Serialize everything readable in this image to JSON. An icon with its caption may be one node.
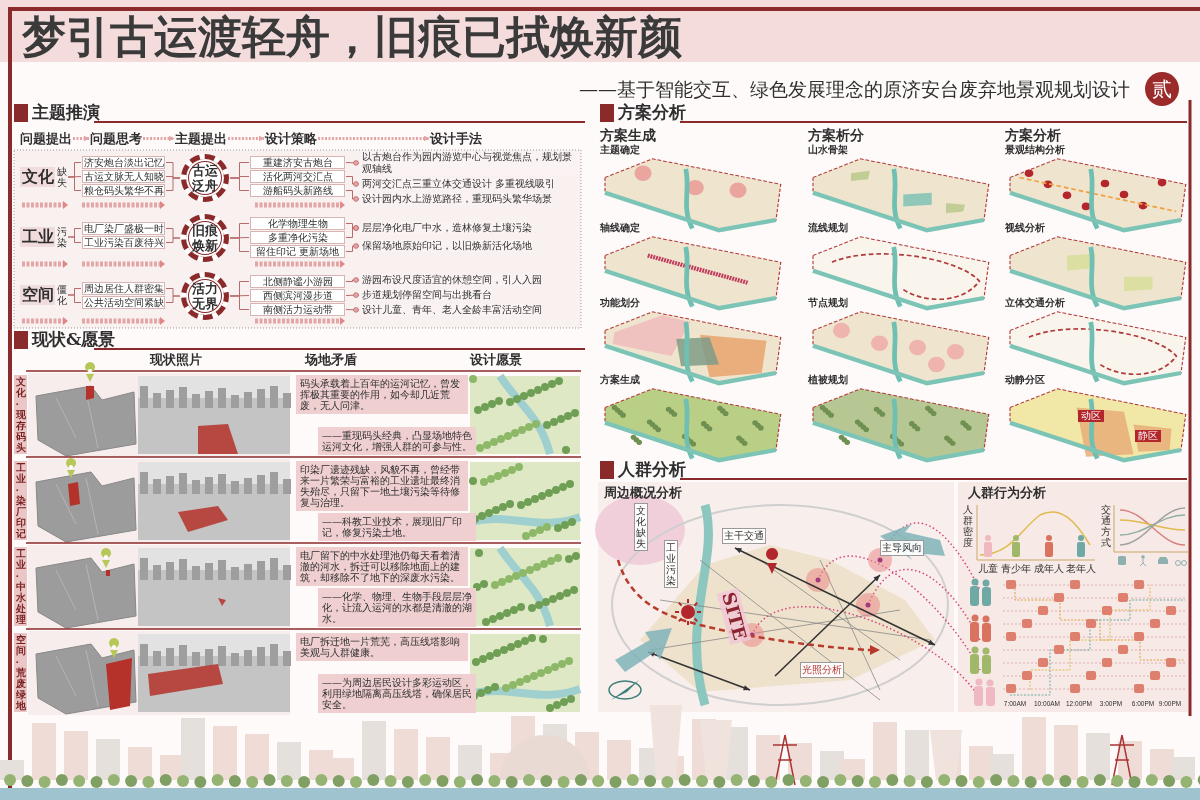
{
  "diagram": {
    "title": "梦引古运渡轻舟，旧痕已拭焕新颜",
    "nodes": [
      {
        "text": [
          "问题提出"
        ]
      },
      {
        "text": [
          "问题思考"
        ]
      },
      {
        "text": [
          "主题提出"
        ]
      },
      {
        "text": [
          "设计策略"
        ]
      },
      {
        "text": [
          "设计手法"
        ]
      },
      {
        "text": [
          "文化"
        ],
        "beside": [
          "缺失"
        ]
      },
      {
        "text": [
          "济安炮台淡出记忆"
        ]
      },
      {
        "text": [
          "古运文脉无人知晓"
        ]
      },
      {
        "text": [
          "粮仓码头繁华不再"
        ]
      },
      {
        "text": [
          "古运泛舟"
        ]
      },
      {
        "text": [
          "重建济安古炮台"
        ]
      },
      {
        "text": [
          "活化两河交汇点"
        ]
      },
      {
        "text": [
          "游船码头新路线"
        ]
      },
      {
        "text": [
          "以古炮台作为园内游览中心与视觉焦点，规划景观轴线"
        ]
      },
      {
        "text": [
          "两河交汇点三重立体交通设计 多重视线吸引"
        ]
      },
      {
        "text": [
          "设计园内水上游览路径，重现码头繁华场景"
        ]
      },
      {
        "text": [
          "工业"
        ],
        "beside": [
          "污染"
        ]
      },
      {
        "text": [
          "电厂染厂盛极一时"
        ]
      },
      {
        "text": [
          "工业污染百废待兴"
        ]
      },
      {
        "text": [
          "旧痕焕新"
        ]
      },
      {
        "text": [
          "化学物理生物"
        ]
      },
      {
        "text": [
          "多重净化污染"
        ]
      },
      {
        "text": [
          "留住印记 更新场地"
        ]
      },
      {
        "text": [
          "层层净化电厂中水，造林修复土壤污染"
        ]
      },
      {
        "text": [
          "保留场地原始印记，以旧焕新活化场地"
        ]
      },
      {
        "text": [
          "空间"
        ],
        "beside": [
          "僵化"
        ]
      },
      {
        "text": [
          "周边居住人群密集"
        ]
      },
      {
        "text": [
          "公共活动空间紧缺"
        ]
      },
      {
        "text": [
          "活力无界"
        ]
      },
      {
        "text": [
          "北侧静谧小游园"
        ]
      },
      {
        "text": [
          "西侧滨河漫步道"
        ]
      },
      {
        "text": [
          "南侧活力运动带"
        ]
      },
      {
        "text": [
          "游园布设尺度适宜的休憩空间，引人入园"
        ]
      },
      {
        "text": [
          "步道规划停留空间与出挑看台"
        ]
      },
      {
        "text": [
          "设计儿童、青年、老人全龄丰富活动空间"
        ]
      },
      {
        "text": [
          "文化·现存码头"
        ]
      },
      {
        "text": [
          "码头承载着上百年的运河记忆，曾发挥极其重要的作用，如今却几近荒废，无人问津。"
        ]
      },
      {
        "text": [
          "——重现码头经典，凸显场地特色运河文化，增强人群的可参与性。"
        ]
      },
      {
        "text": [
          "工业·染厂印记"
        ]
      },
      {
        "text": [
          "印染厂遗迹残缺，风貌不再，曾经带来一片繁荣与富裕的工业遗址最终消失殆尽，只留下一地土壤污染等待修复与治理。"
        ]
      },
      {
        "text": [
          "——科教工业技术，展现旧厂印记，修复污染土地。"
        ]
      },
      {
        "text": [
          "工业·中水处理"
        ]
      },
      {
        "text": [
          "电厂留下的中水处理池仍每天看着清澈的河水，拆迁可以移除地面上的建筑，却移除不了地下的深废水污染。"
        ]
      },
      {
        "text": [
          "——化学、物理、生物手段层层净化，让流入运河的水都是清澈的湖水。"
        ]
      },
      {
        "text": [
          "空间·荒废绿地"
        ]
      },
      {
        "text": [
          "电厂拆迁地一片荒芜，高压线塔影响美观与人群健康。"
        ]
      },
      {
        "text": [
          "——为周边居民设计多彩运动区，利用绿地隔离高压线塔，确保居民安全。"
        ]
      }
    ],
    "edges": [
      {
        "from": 0,
        "to": 1,
        "arrow": "to",
        "style": "dashed",
        "color": "#e3a5a5"
      },
      {
        "from": 1,
        "to": 2,
        "arrow": "to",
        "style": "dashed",
        "color": "#e3a5a5"
      },
      {
        "from": 2,
        "to": 3,
        "arrow": "to",
        "style": "dashed",
        "color": "#e3a5a5"
      },
      {
        "from": 3,
        "to": 4,
        "arrow": "to",
        "style": "dashed",
        "color": "#e3a5a5"
      },
      {
        "from": 5,
        "to": 6,
        "arrow": "none"
      },
      {
        "from": 5,
        "to": 7,
        "arrow": "none"
      },
      {
        "from": 5,
        "to": 8,
        "arrow": "none"
      },
      {
        "from": 6,
        "to": 9,
        "arrow": "none"
      },
      {
        "from": 7,
        "to": 9,
        "arrow": "none"
      },
      {
        "from": 8,
        "to": 9,
        "arrow": "none"
      },
      {
        "from": 9,
        "to": 10,
        "arrow": "none"
      },
      {
        "from": 9,
        "to": 11,
        "arrow": "none"
      },
      {
        "from": 9,
        "to": 12,
        "arrow": "none"
      },
      {
        "from": 10,
        "to": 13,
        "arrow": "other"
      },
      {
        "from": 11,
        "to": 14,
        "arrow": "other"
      },
      {
        "from": 12,
        "to": 15,
        "arrow": "other"
      },
      {
        "from": 16,
        "to": 17,
        "arrow": "none"
      },
      {
        "from": 16,
        "to": 18,
        "arrow": "none"
      },
      {
        "from": 17,
        "to": 19,
        "arrow": "none"
      },
      {
        "from": 18,
        "to": 19,
        "arrow": "none"
      },
      {
        "from": 19,
        "to": 20,
        "arrow": "none"
      },
      {
        "from": 19,
        "to": 21,
        "arrow": "none"
      },
      {
        "from": 19,
        "to": 22,
        "arrow": "none"
      },
      {
        "from": 20,
        "to": 23,
        "arrow": "other"
      },
      {
        "from": 21,
        "to": 23,
        "arrow": "other"
      },
      {
        "from": 22,
        "to": 24,
        "arrow": "other"
      },
      {
        "from": 25,
        "to": 26,
        "arrow": "none"
      },
      {
        "from": 25,
        "to": 27,
        "arrow": "none"
      },
      {
        "from": 26,
        "to": 28,
        "arrow": "none"
      },
      {
        "from": 27,
        "to": 28,
        "arrow": "none"
      },
      {
        "from": 28,
        "to": 29,
        "arrow": "none"
      },
      {
        "from": 28,
        "to": 30,
        "arrow": "none"
      },
      {
        "from": 28,
        "to": 31,
        "arrow": "none"
      },
      {
        "from": 29,
        "to": 32,
        "arrow": "other"
      },
      {
        "from": 30,
        "to": 33,
        "arrow": "other"
      },
      {
        "from": 31,
        "to": 34,
        "arrow": "other"
      }
    ],
    "labels": [
      "——基于智能交互、绿色发展理念的原济安台废弃地景观规划设计",
      "贰",
      "主题推演",
      "现状&愿景",
      "现状照片",
      "场地矛盾",
      "设计愿景",
      "方案分析",
      "方案生成",
      "主题确定",
      "轴线确定",
      "功能划分",
      "方案生成",
      "方案析分",
      "山水骨架",
      "流线规划",
      "节点规划",
      "植被规划",
      "方案分析",
      "景观结构分析",
      "视线分析",
      "立体交通分析",
      "动静分区",
      "动区",
      "静区",
      "人群分析",
      "周边概况分析",
      "文化缺失",
      "工业污染",
      "主干交通",
      "主导风向",
      "SITE",
      "光照分析",
      "人群行为分析",
      "人群密度",
      "儿童",
      "青少年",
      "成年人",
      "老年人",
      "交通方式",
      "7:00AM",
      "10:00AM",
      "12:00PM",
      "3:00PM",
      "6:00PM",
      "9:00PM"
    ]
  }
}
